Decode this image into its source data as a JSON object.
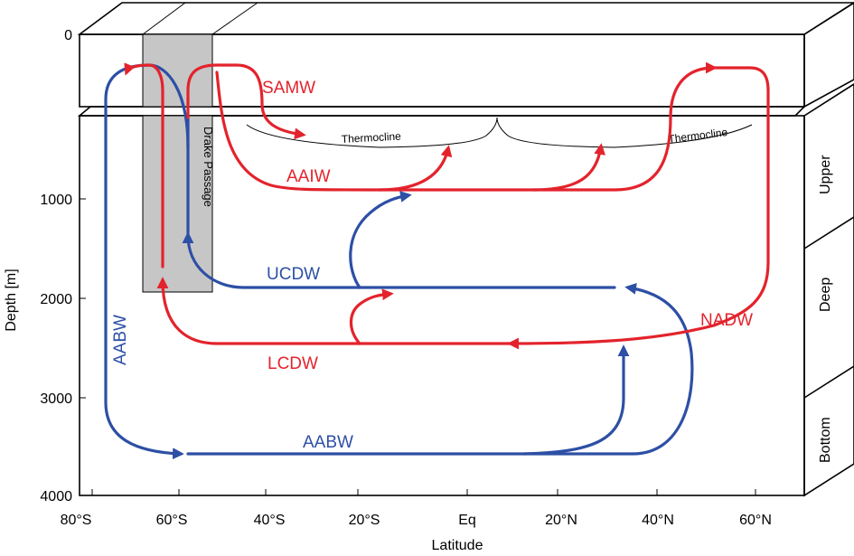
{
  "colors": {
    "warm_branch": "#e3232c",
    "cold_branch": "#2d4fa5",
    "drake_passage_fill": "#c6c6c6"
  },
  "axes": {
    "y_title": "Depth [m]",
    "x_title": "Latitude",
    "y_ticks": [
      "0",
      "1000",
      "2000",
      "3000",
      "4000"
    ],
    "x_ticks": [
      "80°S",
      "60°S",
      "40°S",
      "20°S",
      "Eq",
      "20°N",
      "40°N",
      "60°N"
    ]
  },
  "zones": [
    "Upper",
    "Deep",
    "Bottom"
  ],
  "labels": {
    "drake_passage": "Drake Passage",
    "thermocline_south": "Thermocline",
    "thermocline_north": "Thermocline",
    "samw": "SAMW",
    "aaiw": "AAIW",
    "ucdw": "UCDW",
    "lcdw": "LCDW",
    "nadw": "NADW",
    "aabw_vertical": "AABW",
    "aabw_bottom": "AABW"
  }
}
